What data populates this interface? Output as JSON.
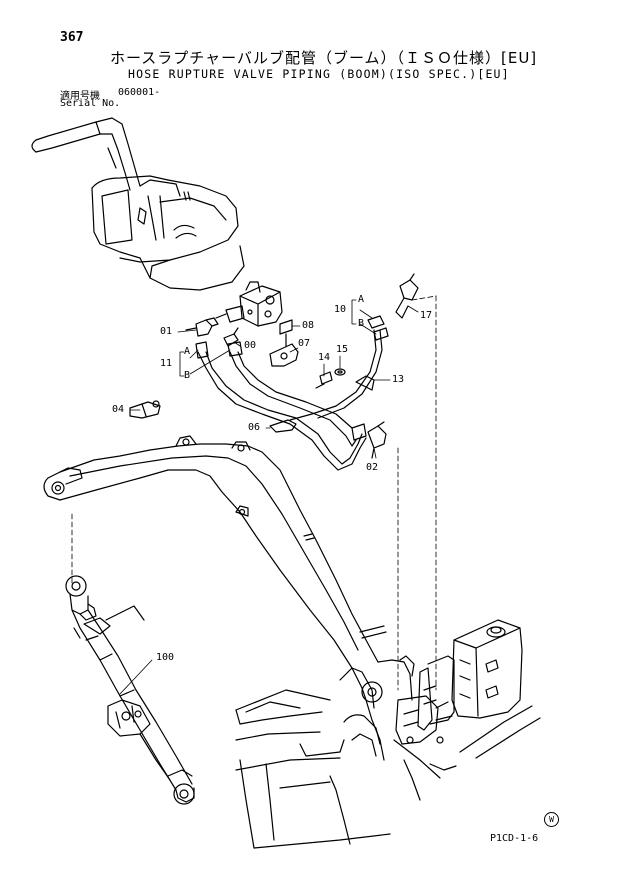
{
  "header": {
    "page_number": "367",
    "title_jp": "ホースラプチャーバルブ配管（ブーム）（ＩＳＯ仕様）[EU]",
    "title_en": "HOSE RUPTURE VALVE PIPING (BOOM)(ISO SPEC.)[EU]",
    "serial_label_jp": "適用号機",
    "serial_value": "060001-",
    "serial_label_en": "Serial No."
  },
  "callouts": {
    "p01": "01",
    "p00": "00",
    "p08": "08",
    "p07": "07",
    "p14": "14",
    "p15": "15",
    "p13": "13",
    "p17": "17",
    "p10": "10",
    "p11": "11",
    "p04": "04",
    "p06": "06",
    "p02": "02",
    "p100": "100",
    "a": "A",
    "b": "B"
  },
  "footer": {
    "drawing_code": "P1CD-1-6",
    "mark": "W"
  }
}
